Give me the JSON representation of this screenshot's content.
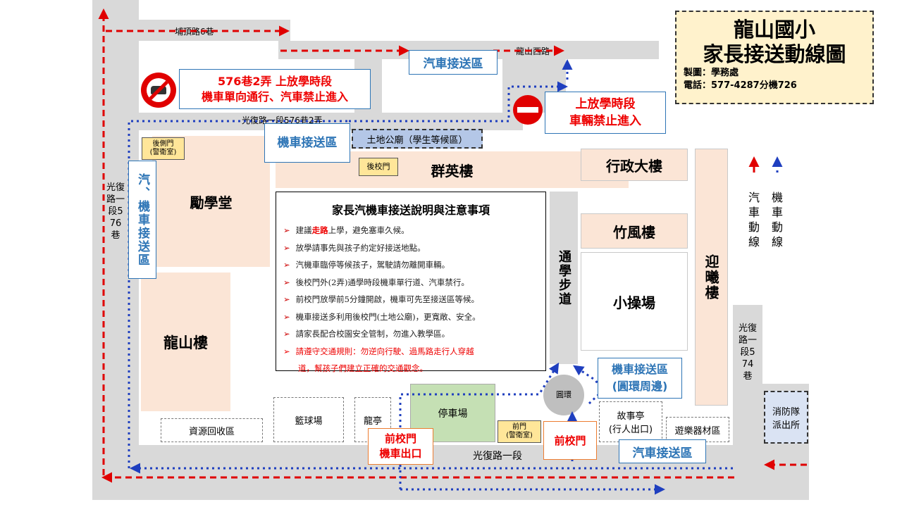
{
  "title": {
    "line1": "龍山國小",
    "line2": "家長接送動線圖",
    "made_by": "製圖：學務處",
    "phone": "電話：577-4287分機726"
  },
  "roads": {
    "bu_ding": "埔頂路6巷",
    "longshan_west": "龍山西路",
    "lane_576_2": "光復路一段576巷2弄",
    "guangfu_576": "光復路一段576巷",
    "guangfu_574": "光復路一段574巷",
    "guangfu_main": "光復路一段"
  },
  "signs": {
    "no_car_line1": "576巷2弄 上放學時段",
    "no_car_line2": "機車單向通行、汽車禁止進入",
    "no_entry_line1": "上放學時段",
    "no_entry_line2": "車輛禁止進入"
  },
  "zones": {
    "car_pickup_top": "汽車接送區",
    "moto_pickup_top": "機車接送區",
    "car_moto_left": "汽、機車接送區",
    "moto_roundabout_line1": "機車接送區",
    "moto_roundabout_line2": "(圓環周邊)",
    "car_pickup_bottom": "汽車接送區",
    "front_gate_moto_exit_line1": "前校門",
    "front_gate_moto_exit_line2": "機車出口",
    "front_gate_red": "前校門"
  },
  "buildings": {
    "lixuetang": "勵學堂",
    "longshan": "龍山樓",
    "qunying": "群英樓",
    "xingzheng": "行政大樓",
    "zhufeng": "竹風樓",
    "xiaocaochang": "小操場",
    "yingxi": "迎曦樓",
    "tongxue": "通學步道",
    "parking": "停車場"
  },
  "facilities": {
    "temple": "土地公廟（學生等候區）",
    "back_side_gate": "後側門\n(警衛室)",
    "back_gate": "後校門",
    "roundabout": "圓環",
    "basketball": "籃球場",
    "dragon_pavilion": "龍亭",
    "recycle": "資源回收區",
    "front_gate_guard": "前門\n(警衛室)",
    "story_pavilion_1": "故事亭",
    "story_pavilion_2": "(行人出口)",
    "playground": "遊樂器材區",
    "fire_station": "消防隊派出所"
  },
  "legend": {
    "car": "汽車動線",
    "moto": "機車動線"
  },
  "notice": {
    "title": "家長汽機車接送說明與注意事項",
    "items": [
      {
        "pre": "建議",
        "hl": "走路",
        "post": "上學，避免塞車久候。"
      },
      {
        "pre": "放學請事先與孩子約定好接送地點。",
        "hl": "",
        "post": ""
      },
      {
        "pre": "汽機車臨停等候孩子，駕駛請勿離開車輛。",
        "hl": "",
        "post": ""
      },
      {
        "pre": "後校門外(2弄)通學時段機車單行道、汽車禁行。",
        "hl": "",
        "post": ""
      },
      {
        "pre": "前校門放學前5分鐘開啟，機車可先至接送區等候。",
        "hl": "",
        "post": ""
      },
      {
        "pre": "機車接送多利用後校門(土地公廟)，更寬敞、安全。",
        "hl": "",
        "post": ""
      },
      {
        "pre": "請家長配合校園安全管制，勿進入教學區。",
        "hl": "",
        "post": ""
      }
    ],
    "red_item_1": "請遵守交通規則：勿逆向行駛、過馬路走行人穿越",
    "red_item_2": "道，幫孩子們建立正確的交通觀念。"
  },
  "colors": {
    "car_route": "#e00000",
    "moto_route": "#1f3fbf",
    "road": "#d9d9d9",
    "building": "#fbe5d6",
    "parking": "#c5e0b4"
  }
}
